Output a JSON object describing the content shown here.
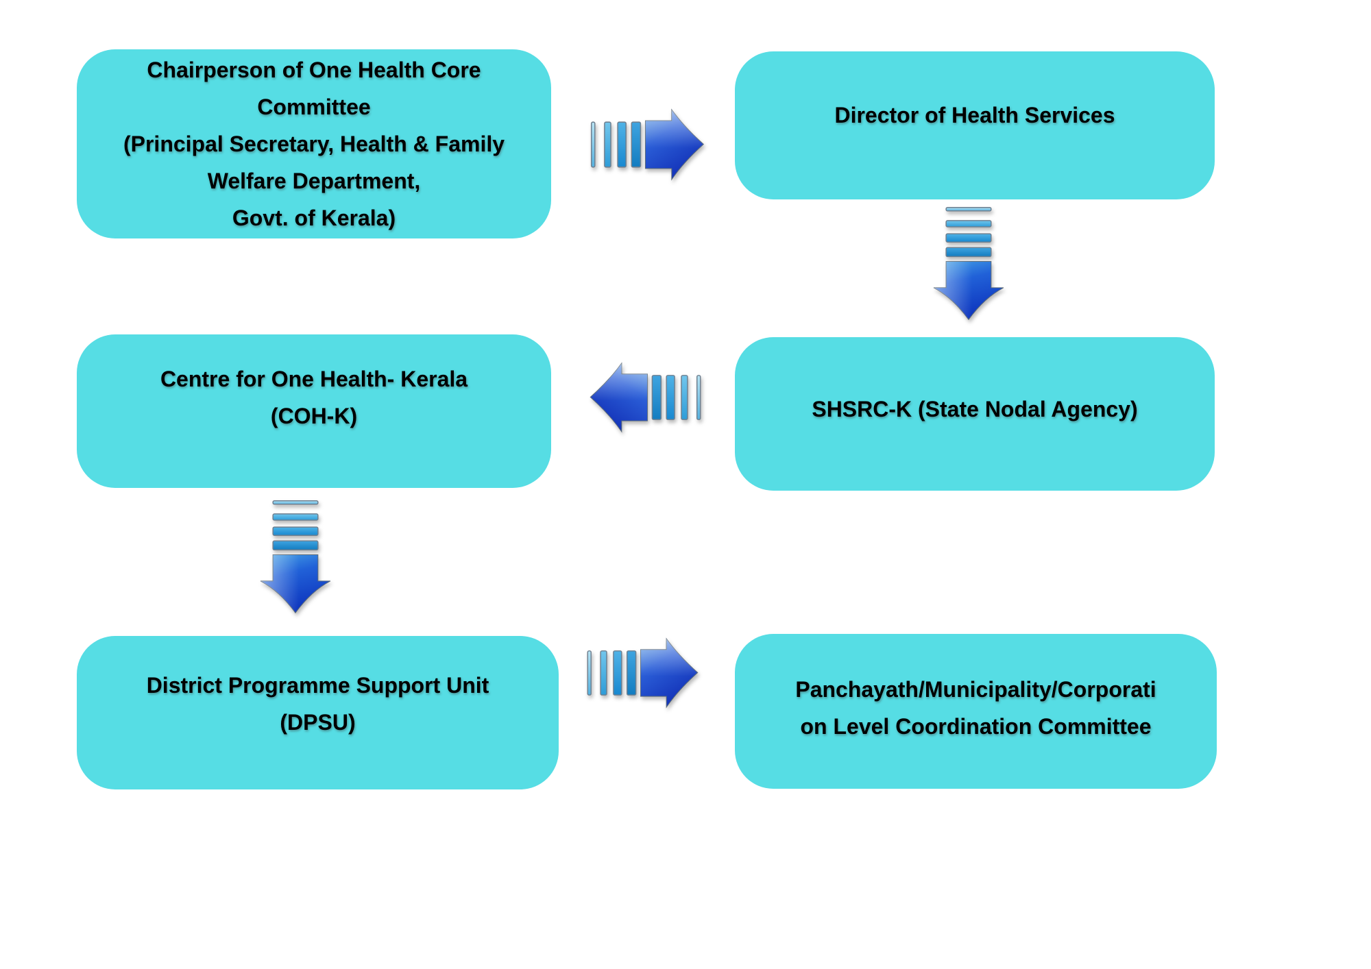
{
  "background": "#ffffff",
  "palette": {
    "box_fill": "#56DDE4",
    "text_color": "#000000",
    "arrow_blue_dark": "#1230B6",
    "arrow_blue_mid": "#2B5FD8",
    "arrow_blue_light": "#A6DCF2"
  },
  "boxes": [
    {
      "id": "chairperson",
      "lines": [
        "Chairperson of One Health Core",
        "Committee",
        "(Principal Secretary, Health & Family",
        "Welfare Department,",
        "Govt. of Kerala)"
      ]
    },
    {
      "id": "dhs",
      "lines": [
        "Director of Health Services"
      ]
    },
    {
      "id": "shsrc",
      "lines": [
        "SHSRC-K (State Nodal Agency)"
      ]
    },
    {
      "id": "coh",
      "lines": [
        "Centre for One Health- Kerala",
        "(COH-K)"
      ]
    },
    {
      "id": "dpsu",
      "lines": [
        "District Programme Support Unit",
        "(DPSU)"
      ]
    },
    {
      "id": "panchayath",
      "lines": [
        "Panchayath/Municipality/Corporati",
        "on Level Coordination Committee"
      ]
    }
  ],
  "arrows": [
    {
      "id": "a1",
      "icon": "striped-arrow-right",
      "from": "chairperson",
      "to": "dhs"
    },
    {
      "id": "a2",
      "icon": "striped-arrow-down",
      "from": "dhs",
      "to": "shsrc"
    },
    {
      "id": "a3",
      "icon": "striped-arrow-left",
      "from": "shsrc",
      "to": "coh"
    },
    {
      "id": "a4",
      "icon": "striped-arrow-down",
      "from": "coh",
      "to": "dpsu"
    },
    {
      "id": "a5",
      "icon": "striped-arrow-right",
      "from": "dpsu",
      "to": "panchayath"
    }
  ]
}
